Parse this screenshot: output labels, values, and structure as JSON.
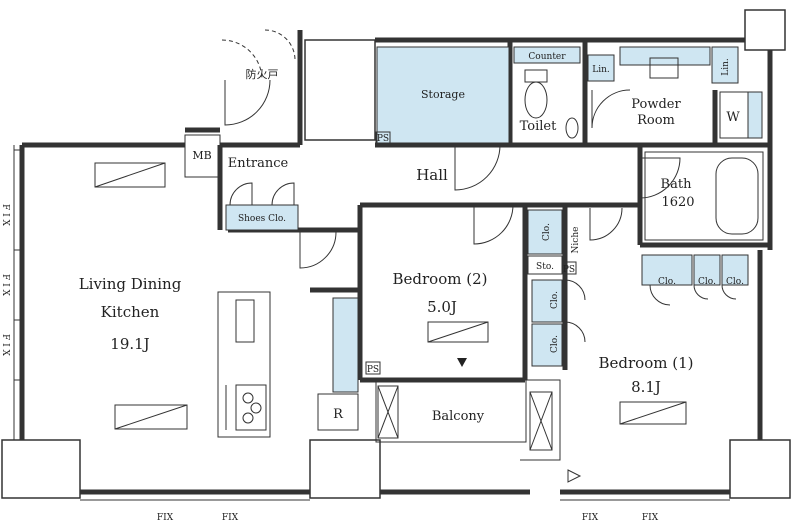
{
  "rooms": {
    "ldk_line1": "Living Dining",
    "ldk_line2": "Kitchen",
    "ldk_size": "19.1J",
    "bedroom2": "Bedroom (2)",
    "bedroom2_size": "5.0J",
    "bedroom1": "Bedroom (1)",
    "bedroom1_size": "8.1J",
    "hall": "Hall",
    "entrance": "Entrance",
    "toilet": "Toilet",
    "powder_line1": "Powder",
    "powder_line2": "Room",
    "bath": "Bath",
    "bath_size": "1620",
    "balcony": "Balcony",
    "storage": "Storage"
  },
  "fixtures": {
    "mb": "MB",
    "fire_door": "防火戸",
    "shoes_closet": "Shoes Clo.",
    "counter": "Counter",
    "lin": "Lin.",
    "w": "W",
    "ps": "PS",
    "clo": "Clo.",
    "sto": "Sto.",
    "niche": "Niche",
    "r": "R"
  },
  "windows": {
    "fix": "FIX",
    "fix_vertical": "F I X"
  },
  "colors": {
    "storage_fill": "#cfe6f2",
    "wall": "#333333",
    "background": "#ffffff"
  }
}
